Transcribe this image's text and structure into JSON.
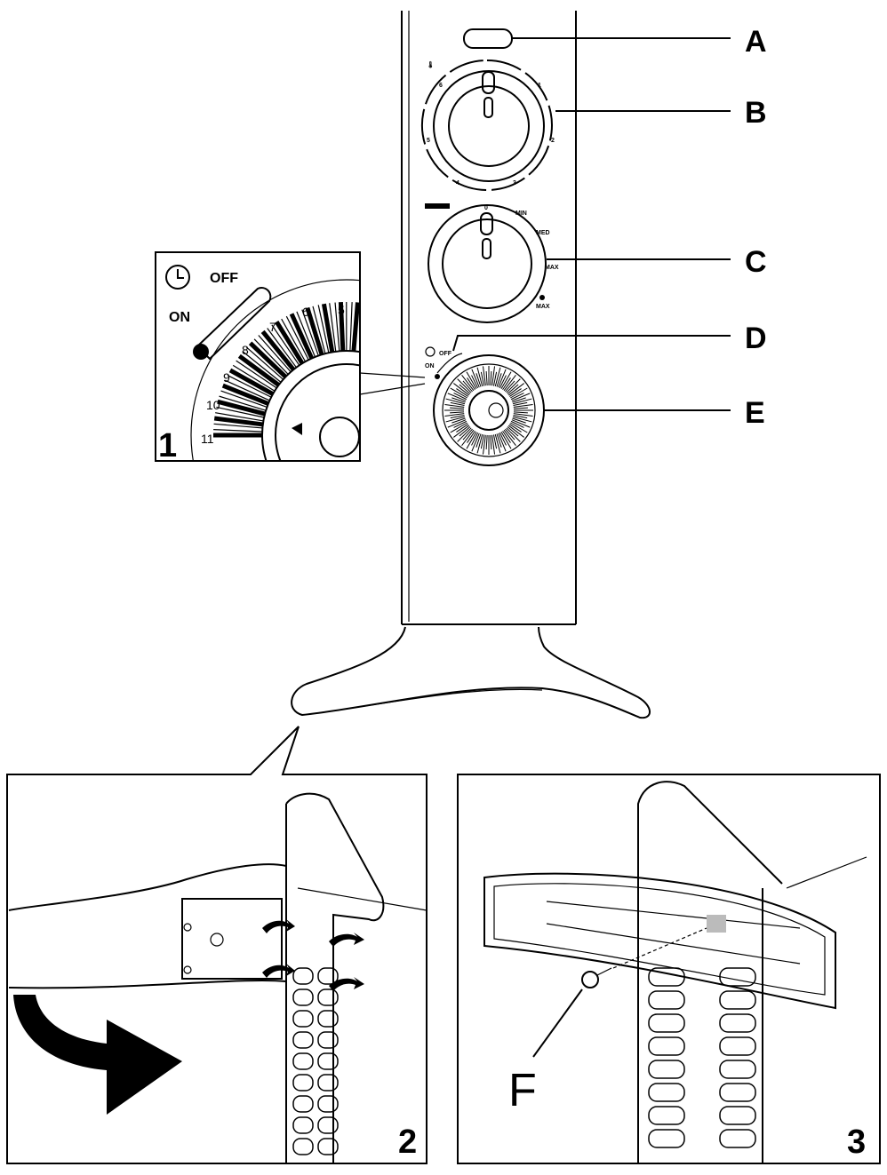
{
  "callouts": {
    "a": "A",
    "b": "B",
    "c": "C",
    "d": "D",
    "e": "E",
    "f": "F"
  },
  "panels": {
    "one": "1",
    "two": "2",
    "three": "3"
  },
  "inset": {
    "off": "OFF",
    "on": "ON",
    "hour_numbers": [
      "5",
      "6",
      "7",
      "8",
      "9",
      "10",
      "11"
    ]
  },
  "thermostat_dial": {
    "marks": [
      "6",
      "1",
      "2",
      "3",
      "4",
      "5"
    ]
  },
  "power_dial": {
    "zero": "0",
    "min": "MIN",
    "med": "MED",
    "max": "MAX",
    "max2": "MAX"
  },
  "timer_switch": {
    "off": "OFF",
    "on": "ON"
  }
}
